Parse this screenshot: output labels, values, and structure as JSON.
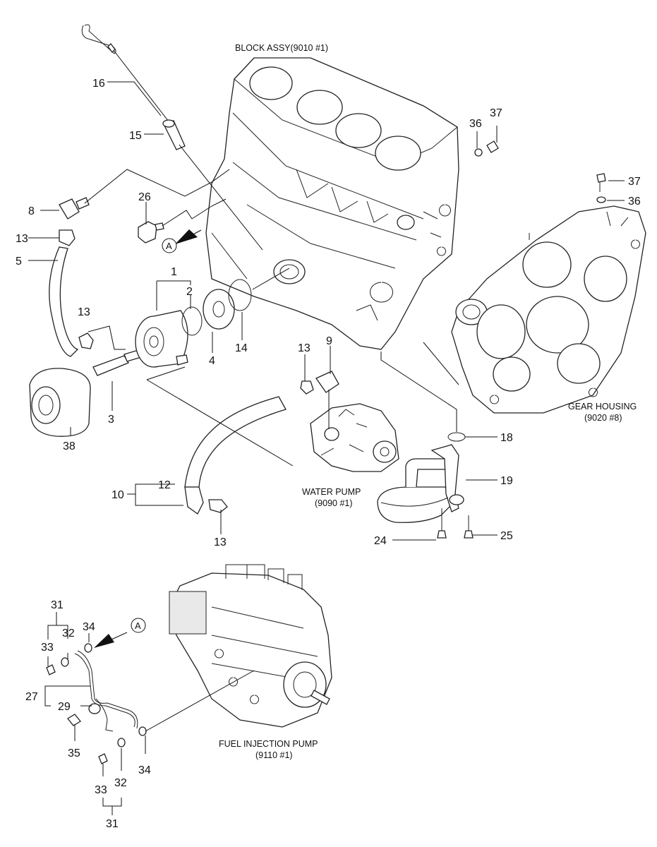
{
  "assemblies": {
    "block": {
      "name": "BLOCK ASSY(9010 #1)"
    },
    "gear_housing": {
      "name": "GEAR HOUSING",
      "ref": "(9020 #8)"
    },
    "water_pump": {
      "name": "WATER PUMP",
      "ref": "(9090 #1)"
    },
    "fuel_pump": {
      "name": "FUEL INJECTION PUMP",
      "ref": "(9110 #1)"
    }
  },
  "callouts": {
    "c16": "16",
    "c15": "15",
    "c26": "26",
    "c8": "8",
    "c13a": "13",
    "c5": "5",
    "cA1": "A",
    "c1": "1",
    "c2": "2",
    "c13b": "13",
    "c4": "4",
    "c14": "14",
    "c3": "3",
    "c38": "38",
    "c12": "12",
    "c10": "10",
    "c13c": "13",
    "c13d": "13",
    "c9": "9",
    "c18": "18",
    "c19": "19",
    "c24": "24",
    "c25": "25",
    "c36a": "36",
    "c37a": "37",
    "c37b": "37",
    "c36b": "36",
    "c31a": "31",
    "c32a": "32",
    "c33a": "33",
    "c34a": "34",
    "cA2": "A",
    "c27": "27",
    "c29": "29",
    "c35": "35",
    "c34b": "34",
    "c33b": "33",
    "c32b": "32",
    "c31b": "31"
  }
}
